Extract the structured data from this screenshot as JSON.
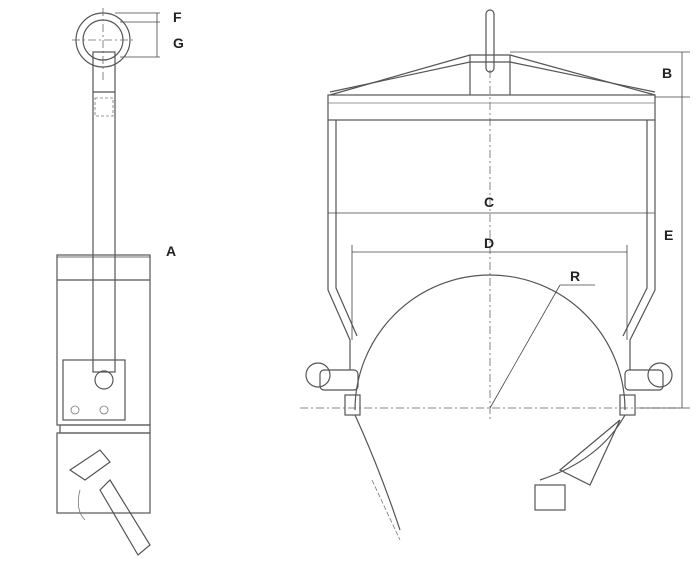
{
  "labels": {
    "F": "F",
    "G": "G",
    "A": "A",
    "B": "B",
    "C": "C",
    "D": "D",
    "E": "E",
    "R": "R"
  }
}
